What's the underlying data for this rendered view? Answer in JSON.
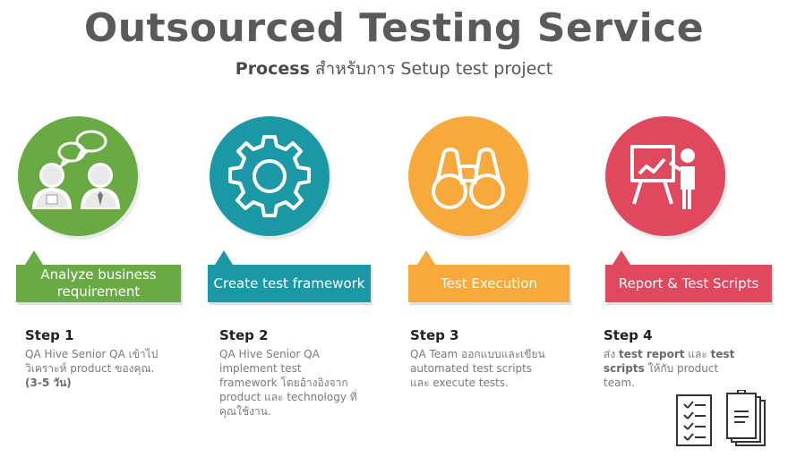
{
  "header": {
    "title": "Outsourced Testing Service",
    "subtitle_bold": "Process",
    "subtitle_rest": " สำหรับการ Setup test project"
  },
  "steps": [
    {
      "icon": "people-chat-icon",
      "color": "#6aaa44",
      "banner": "Analyze business requirement",
      "title": "Step 1",
      "desc_line1": "QA Hive Senior QA เข้าไป วิเคราะห์ product ของคุณ.",
      "desc_bold": "(3-5 วัน)"
    },
    {
      "icon": "gear-icon",
      "color": "#1a98a6",
      "banner": "Create test framework",
      "title": "Step 2",
      "desc_line1": "QA Hive Senior QA implement test framework โดยอ้างอิงจาก product และ technology ที่คุณใช้งาน."
    },
    {
      "icon": "binoculars-icon",
      "color": "#f7a93b",
      "banner": "Test Execution",
      "title": "Step 3",
      "desc_line1": "QA Team ออกแบบและเขียน automated test scripts และ execute tests."
    },
    {
      "icon": "presentation-icon",
      "color": "#e0485e",
      "banner": "Report & Test Scripts",
      "title": "Step 4",
      "desc_pre": "ส่ง ",
      "desc_b1": "test report",
      "desc_mid": " และ ",
      "desc_b2": "test scripts",
      "desc_post": " ให้กับ product team."
    }
  ]
}
